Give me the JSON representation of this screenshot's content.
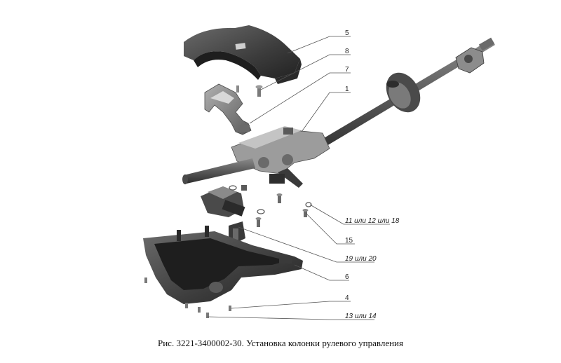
{
  "caption": "Рис. 3221-3400002-30. Установка колонки рулевого управления",
  "callouts": [
    {
      "id": "c5",
      "text": "5"
    },
    {
      "id": "c8",
      "text": "8"
    },
    {
      "id": "c7",
      "text": "7"
    },
    {
      "id": "c1",
      "text": "1"
    },
    {
      "id": "c11",
      "text": "11 или 12 или 18"
    },
    {
      "id": "c15",
      "text": "15"
    },
    {
      "id": "c19",
      "text": "19 или 20"
    },
    {
      "id": "c6",
      "text": "6"
    },
    {
      "id": "c4",
      "text": "4"
    },
    {
      "id": "c13",
      "text": "13 или 14"
    }
  ],
  "colors": {
    "part_dark": "#3a3a3a",
    "part_mid": "#6a6a6a",
    "part_light": "#9a9a9a",
    "leader": "#555555"
  }
}
